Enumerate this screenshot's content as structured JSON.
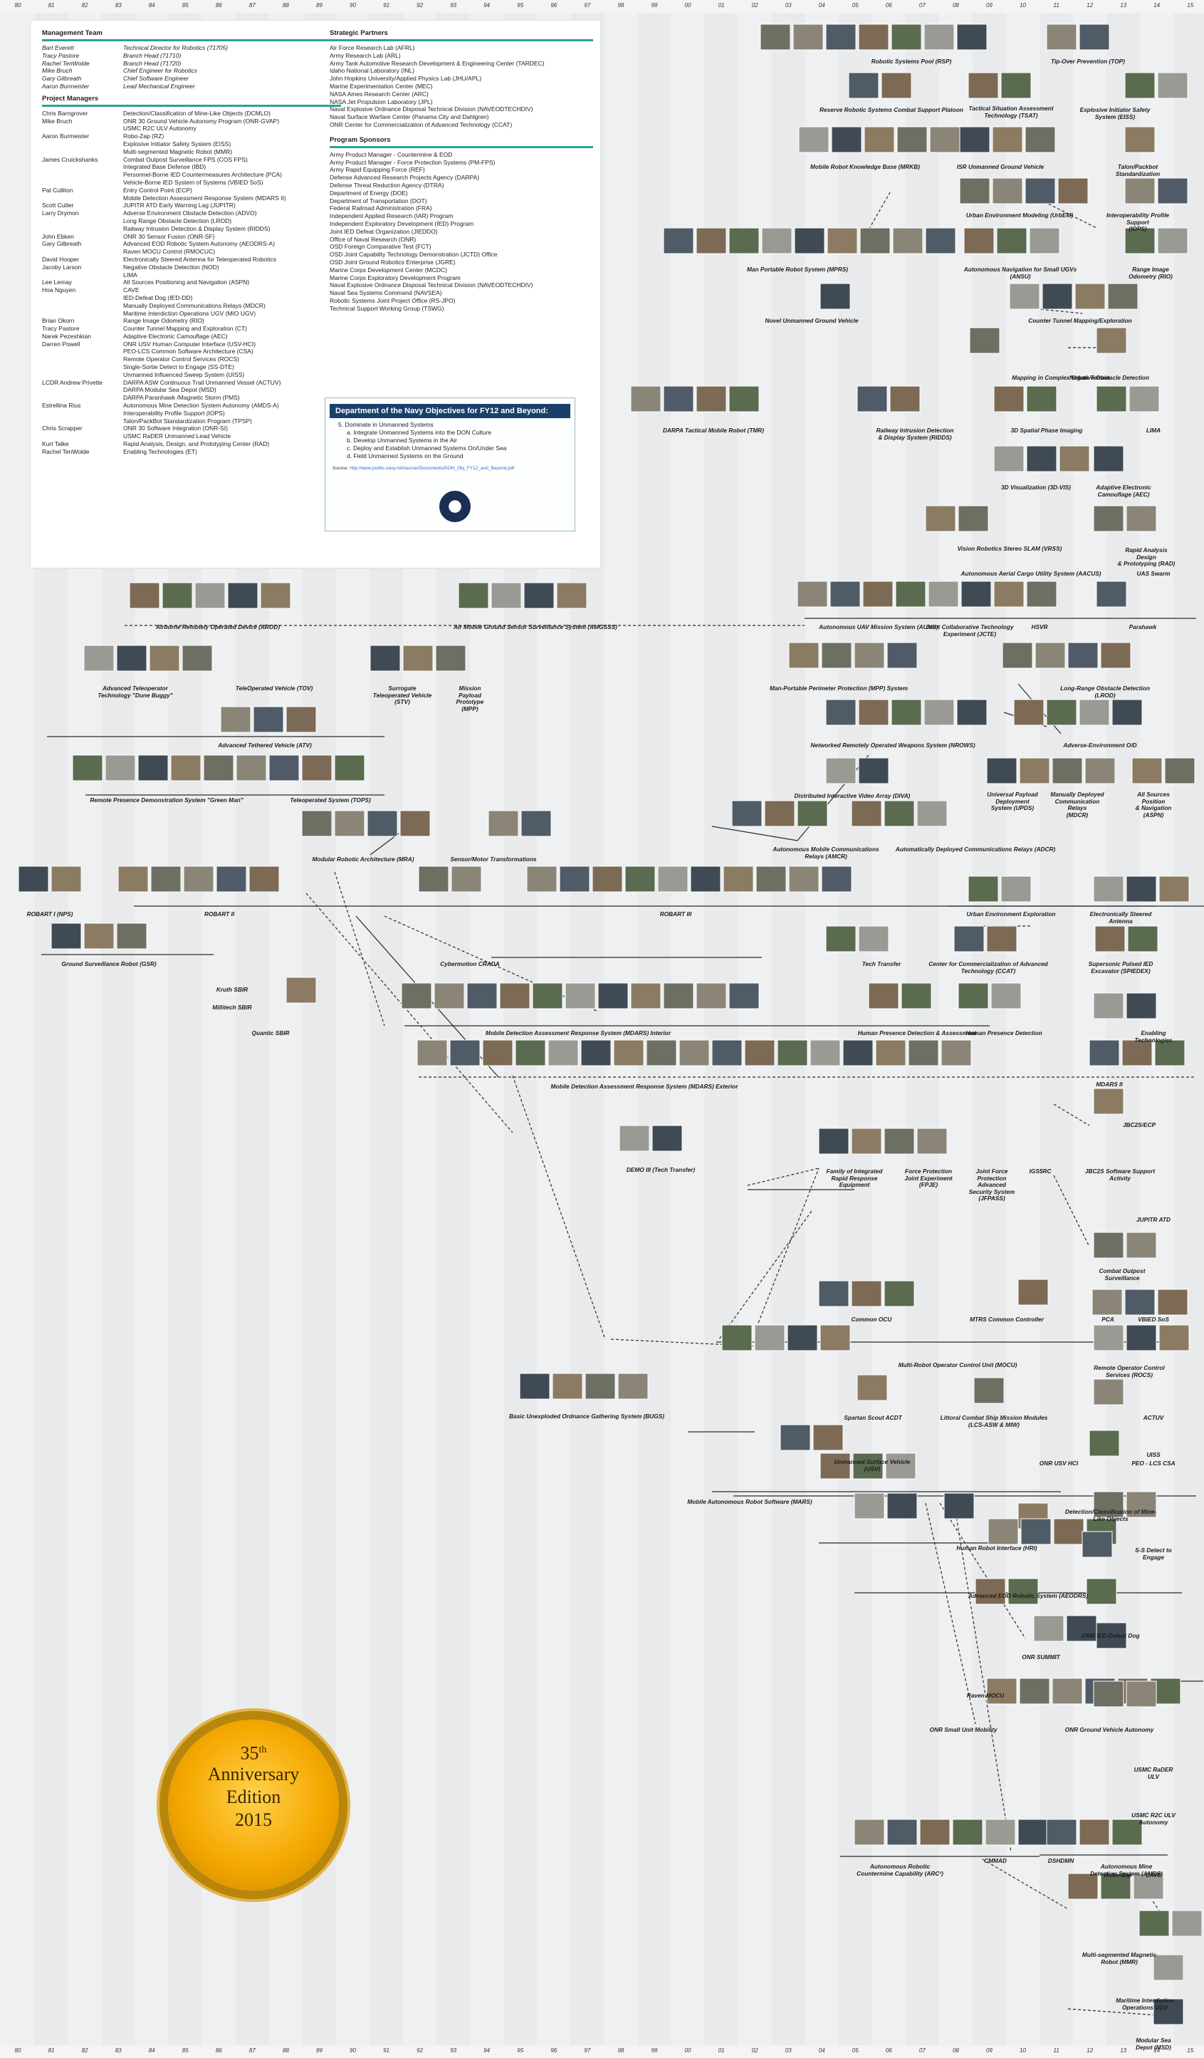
{
  "year_labels": [
    "80",
    "81",
    "82",
    "83",
    "84",
    "85",
    "86",
    "87",
    "88",
    "89",
    "90",
    "91",
    "92",
    "93",
    "94",
    "95",
    "96",
    "97",
    "98",
    "99",
    "00",
    "01",
    "02",
    "03",
    "04",
    "05",
    "06",
    "07",
    "08",
    "09",
    "10",
    "11",
    "12",
    "13",
    "14",
    "15"
  ],
  "management_team": {
    "title": "Management Team",
    "members": [
      {
        "name": "Bart Everett",
        "role": "Technical Director for Robotics (71705)"
      },
      {
        "name": "Tracy Pastore",
        "role": "Branch Head (71710)"
      },
      {
        "name": "Rachel TenWolde",
        "role": "Branch Head (71720)"
      },
      {
        "name": "Mike Bruch",
        "role": "Chief Engineer for Robotics"
      },
      {
        "name": "Gary Gilbreath",
        "role": "Chief Software Engineer"
      },
      {
        "name": "Aaron Burmeister",
        "role": "Lead Mechanical Engineer"
      }
    ]
  },
  "project_managers": {
    "title": "Project Managers",
    "rows": [
      {
        "name": "Chris Barngrover",
        "project": "Detection/Classification of Mine-Like Objects (DCMLO)"
      },
      {
        "name": "Mike Bruch",
        "project": "ONR 30 Ground Vehicle Autonomy Program (ONR-GVAP)"
      },
      {
        "name": "",
        "project": "USMC R2C ULV Autonomy"
      },
      {
        "name": "Aaron Burmeister",
        "project": "Robo-Zap (RZ)"
      },
      {
        "name": "",
        "project": "Explosive Initiator Safety System (EISS)"
      },
      {
        "name": "",
        "project": "Multi-segmented Magnetic Robot (MMR)"
      },
      {
        "name": "James Cruickshanks",
        "project": "Combat Outpost Surveillance FPS (COS FPS)"
      },
      {
        "name": "",
        "project": "Integrated Base Defense (IBD)"
      },
      {
        "name": "",
        "project": "Personnel-Borne IED Countermeasures Architecture (PCA)"
      },
      {
        "name": "",
        "project": "Vehicle-Borne IED System of Systems (VBIED SoS)"
      },
      {
        "name": "Pat Culliton",
        "project": "Entry Control Point (ECP)"
      },
      {
        "name": "",
        "project": "Mobile Detection Assessment Response System (MDARS II)"
      },
      {
        "name": "Scott Cutler",
        "project": "JUPITR ATD Early Warning Lag (JUPITR)"
      },
      {
        "name": "Larry Drymon",
        "project": "Adverse Environment Obstacle Detection (ADVO)"
      },
      {
        "name": "",
        "project": "Long Range Obstacle Detection (LROD)"
      },
      {
        "name": "",
        "project": "Railway Intrusion Detection & Display System (RIDDS)"
      },
      {
        "name": "John Ebken",
        "project": "ONR 30 Sensor Fusion (ONR-SF)"
      },
      {
        "name": "Gary Gilbreath",
        "project": "Advanced EOD Robotic System Autonomy (AEODRS-A)"
      },
      {
        "name": "",
        "project": "Raven MOCU Control (RMOCUC)"
      },
      {
        "name": "David Hooper",
        "project": "Electronically Steered Antenna for Teleoperated Robotics"
      },
      {
        "name": "Jacoby Larson",
        "project": "Negative Obstacle Detection (NOD)"
      },
      {
        "name": "",
        "project": "LIMA"
      },
      {
        "name": "Lee Lemay",
        "project": "All Sources Positioning and Navigation (ASPN)"
      },
      {
        "name": "Hoa Nguyen",
        "project": "CAVE"
      },
      {
        "name": "",
        "project": "IED-Defeat Dog (IED-DD)"
      },
      {
        "name": "",
        "project": "Manually Deployed Communications Relays (MDCR)"
      },
      {
        "name": "",
        "project": "Maritime Interdiction Operations UGV (MIO UGV)"
      },
      {
        "name": "Brian Okorn",
        "project": "Range Image Odometry (RIO)"
      },
      {
        "name": "Tracy Pastore",
        "project": "Counter Tunnel Mapping and Exploration (CT)"
      },
      {
        "name": "Narek Pezeshkian",
        "project": "Adaptive Electronic Camouflage (AEC)"
      },
      {
        "name": "Darren Powell",
        "project": "ONR USV Human Computer Interface (USV-HCI)"
      },
      {
        "name": "",
        "project": "PEO-LCS Common Software Architecture (CSA)"
      },
      {
        "name": "",
        "project": "Remote Operator Control Services (ROCS)"
      },
      {
        "name": "",
        "project": "Single-Sortie Detect to Engage (SS-DTE)"
      },
      {
        "name": "",
        "project": "Unmanned Influenced Sweep System (UISS)"
      },
      {
        "name": "LCDR Andrew Privette",
        "project": "DARPA ASW Continuous Trail Unmanned Vessel (ACTUV)"
      },
      {
        "name": "",
        "project": "DARPA Modular Sea Depot (MSD)"
      },
      {
        "name": "",
        "project": "DARPA Paranhawk /Magnetic Storm (PMS)"
      },
      {
        "name": "Estrellina Rius",
        "project": "Autonomous Mine Detection System Autonomy (AMDS-A)"
      },
      {
        "name": "",
        "project": "Interoperability Profile Support (IOPS)"
      },
      {
        "name": "",
        "project": "Talon/PackBot Standardization Program (TPSP)"
      },
      {
        "name": "Chris Scrapper",
        "project": "ONR 30 Software Integration (ONR-SI)"
      },
      {
        "name": "",
        "project": "USMC RaDER Unmanned Lead Vehicle"
      },
      {
        "name": "Kurt Talke",
        "project": "Rapid Analysis, Design, and Prototyping Center (RAD)"
      },
      {
        "name": "Rachel TenWolde",
        "project": "Enabling Technologies (ET)"
      }
    ]
  },
  "strategic_partners": {
    "title": "Strategic Partners",
    "items": [
      "Air Force Research Lab (AFRL)",
      "Army Research Lab (ARL)",
      "Army Tank Automotive Research Development & Engineering Center (TARDEC)",
      "Idaho National Laboratory (INL)",
      "John Hopkins University/Applied Physics Lab (JHU/APL)",
      "Marine Experimentation Center (MEC)",
      "NASA Ames Research Center (ARC)",
      "NASA Jet Propulsion Laboratory (JPL)",
      "Naval Explosive Ordnance Disposal Technical Division (NAVEODTECHDIV)",
      "Naval Surface Warfare Center (Panama City and Dahlgren)",
      "ONR Center for Commercialization of Advanced Technology (CCAT)"
    ]
  },
  "program_sponsors": {
    "title": "Program Sponsors",
    "items": [
      "Army Product Manager - Countermine & EOD",
      "Army Product Manager - Force Protection Systems (PM-FPS)",
      "Army Rapid Equipping Force (REF)",
      "Defense Advanced Research Projects Agency (DARPA)",
      "Defense Threat Reduction Agency (DTRA)",
      "Department of Energy (DOE)",
      "Department of Transportation (DOT)",
      "Federal Railroad Administration (FRA)",
      "Independent Applied Research (IAR) Program",
      "Independent Exploratory Development (IED) Program",
      "Joint IED Defeat Organization (JIEDDO)",
      "Office of Naval Research (ONR)",
      "OSD Foreign Comparative Test (FCT)",
      "OSD Joint Capability Technology Demonstration (JCTD) Office",
      "OSD Joint Ground Robotics Enterprise (JGRE)",
      "Marine Corps Development Center (MCDC)",
      "Marine Corps Exploratory Development Program",
      "Naval Explosive Ordnance Disposal Technical Division (NAVEODTECHDIV)",
      "Naval Sea Systems Command (NAVSEA)",
      "Robotic Systems Joint Project Office (RS-JPO)",
      "Technical Support Working Group (TSWG)"
    ]
  },
  "don_objectives": {
    "title": "Department of the Navy Objectives for FY12 and Beyond:",
    "item": "5. Dominate in Unmanned Systems",
    "subitems": [
      "a. Integrate Unmanned Systems into the DON Culture",
      "b. Develop Unmanned Systems in the Air",
      "c. Deploy and Establish Unmanned Systems On/Under Sea",
      "d. Field Unmanned Systems on the Ground"
    ],
    "source_label": "Source:",
    "source_url": "http://www.public.navy.mil/secnav/Documents/DON_Obj_FY12_and_Beyond.pdf"
  },
  "badge": {
    "line1": "35",
    "sup": "th",
    "line2": "Anniversary",
    "line3": "Edition",
    "line4": "2015"
  },
  "project_labels": [
    "Robotic Systems Pool (RSP)",
    "Tip-Over Prevention (TOP)",
    "Reserve Robotic Systems Combat Support Platoon",
    "Tactical Situation Assessment\nTechnology (TSAT)",
    "Explosive Initiator Safety\nSystem (EISS)",
    "Mobile Robot Knowledge Base (MRKB)",
    "ISR Unmanned Ground Vehicle",
    "Talon/Packbot Standardization",
    "Urban Environment Modeling (UrbEM)",
    "Interoperability Profile Support\n(IOPS)",
    "Man Portable Robot System (MPRS)",
    "Autonomous Navigation for Small UGVs\n(ANSU)",
    "Range Image\nOdometry (RIO)",
    "Counter Tunnel Mapping/Exploration",
    "Novel Unmanned Ground Vehicle",
    "Mapping in Complex Urban Terrain",
    "Negative Obstacle Detection",
    "DARPA Tactical Mobile Robot (TMR)",
    "Railway Intrusion Detection\n& Display System (RIDDS)",
    "3D Spatial Phase Imaging",
    "LIMA",
    "3D Visualization (3D-VIS)",
    "Adaptive Electronic\nCamouflage (AEC)",
    "Vision Robotics Stereo SLAM (VRSS)",
    "Rapid Analysis Design\n& Prototyping (RAD)",
    "Autonomous Aerial Cargo Utility System (AACUS)",
    "UAS Swarm",
    "Airborne Remotely Operated Device (AROD)",
    "Air Mobile Ground Sensor Surveillance System (AMGSSS)",
    "Autonomous UAV Mission System (AUMS)",
    "Joint Collaborative Technology\nExperiment (JCTE)",
    "HSVR",
    "Parahawk",
    "Advanced Teleoperator\nTechnology \"Dune Buggy\"",
    "TeleOperated Vehicle (TOV)",
    "Surrogate\nTeleoperated Vehicle\n(STV)",
    "Mission\nPayload\nPrototype\n(MPP)",
    "Man-Portable Perimeter Protection (MPP) System",
    "Long-Range Obstacle Detection (LROD)",
    "Advanced Tethered Vehicle (ATV)",
    "Networked Remotely Operated Weapons System (NROWS)",
    "Adverse-Environment O/D",
    "Remote Presence Demonstration System \"Green Man\"",
    "Teleoperated System (TOPS)",
    "Distributed Interactive Video Array (DIVA)",
    "Universal Payload\nDeployment\nSystem (UPDS)",
    "Manually Deployed\nCommunication\nRelays\n(MDCR)",
    "All Sources Position\n& Navigation (ASPN)",
    "Modular Robotic Architecture (MRA)",
    "Sensor/Motor Transformations",
    "Autonomous Mobile Communications\nRelays (AMCR)",
    "Automatically Deployed Communications Relays (ADCR)",
    "ROBART I (NPS)",
    "ROBART II",
    "ROBART III",
    "Urban Environment Exploration",
    "Electronically Steered Antenna",
    "Ground Surveillance Robot (GSR)",
    "Cybermotion CRADA",
    "Tech Transfer",
    "Center for Commercialization of Advanced\nTechnology (CCAT)",
    "Supersonic Pulsed IED\nExcavator (SPIEDEX)",
    "Kruth SBIR",
    "Millitech SBIR",
    "Quantic SBIR",
    "Mobile Detection Assessment Response System (MDARS) Interior",
    "Human Presence Detection & Assessment",
    "Human Presence Detection",
    "Enabling Technologies",
    "Mobile Detection Assessment Response System (MDARS) Exterior",
    "MDARS II",
    "JBC2S/ECP",
    "DEMO III (Tech Transfer)",
    "Family of Integrated\nRapid Response\nEquipment",
    "Force Protection\nJoint Experiment\n(FPJE)",
    "Joint Force\nProtection\nAdvanced\nSecurity System\n(JFPASS)",
    "IGS5RC",
    "JBC2S Software Support Activity",
    "JUPITR ATD",
    "Combat Outpost Surveillance",
    "Common OCU",
    "MTRS Common Controller",
    "PCA",
    "VBIED SoS",
    "Multi-Robot Operator Control Unit (MOCU)",
    "Remote Operator Control\nServices (ROCS)",
    "Basic Unexploded Ordnance Gathering System (BUGS)",
    "Spartan Scout ACDT",
    "Littoral Combat Ship Mission Modules\n(LCS-ASW & MIW)",
    "ACTUV",
    "UISS",
    "Unmanned Surface Vehicle\n(USV)",
    "ONR USV HCI",
    "PEO - LCS CSA",
    "Mobile Autonomous Robot Software (MARS)",
    "Detection/Classification of Mine-Like Objects",
    "Human Robot Interface (HRI)",
    "S-S Detect to Engage",
    "Advanced EOD Robotic System (AEODRS)",
    "ONR IED-Defeat Dog",
    "ONR SUMMIT",
    "Raven MOCU",
    "ONR Small Unit Mobility",
    "ONR Ground Vehicle Autonomy",
    "USMC RaDER ULV",
    "USMC R2C ULV Autonomy",
    "Autonomous Robotic\nCountermine Capability (ARC²)",
    "CMMAD",
    "DSHDMN",
    "Autonomous Mine\nDetection System (AMDS)",
    "Robo-Zap",
    "CAVE",
    "Multi-segmented Magnetic Robot (MMR)",
    "Maritime Interdiction Operations UGV",
    "Modular Sea Depot (MSD)"
  ]
}
